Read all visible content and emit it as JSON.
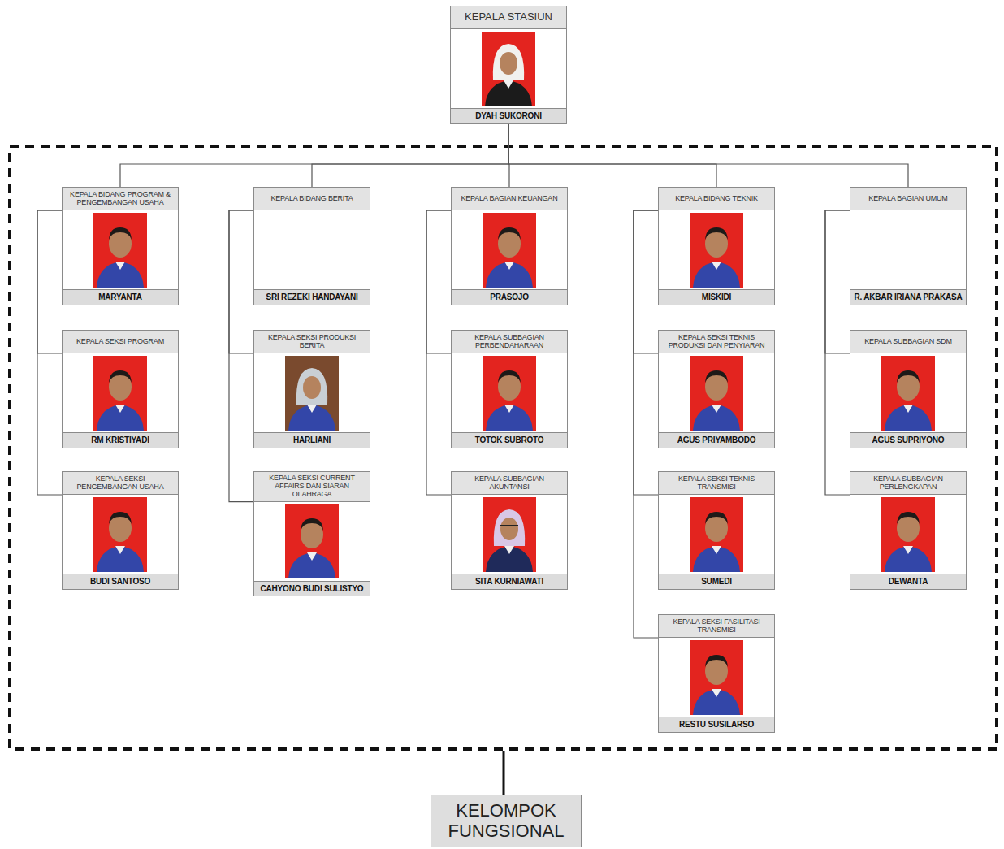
{
  "diagram": {
    "nodes": [
      {
        "text": [
          "KEPALA STASIUN",
          "DYAH SUKORONI"
        ]
      },
      {
        "text": [
          "KEPALA BIDANG PROGRAM & PENGEMBANGAN USAHA",
          "MARYANTA"
        ]
      },
      {
        "text": [
          "KEPALA BIDANG BERITA",
          "SRI REZEKI HANDAYANI"
        ]
      },
      {
        "text": [
          "KEPALA BAGIAN KEUANGAN",
          "PRASOJO"
        ]
      },
      {
        "text": [
          "KEPALA BIDANG TEKNIK",
          "MISKIDI"
        ]
      },
      {
        "text": [
          "KEPALA BAGIAN UMUM",
          "R. AKBAR IRIANA PRAKASA"
        ]
      },
      {
        "text": [
          "KEPALA SEKSI PROGRAM",
          "RM KRISTIYADI"
        ]
      },
      {
        "text": [
          "KEPALA SEKSI PRODUKSI BERITA",
          "HARLIANI"
        ]
      },
      {
        "text": [
          "KEPALA SUBBAGIAN PERBENDAHARAAN",
          "TOTOK SUBROTO"
        ]
      },
      {
        "text": [
          "KEPALA SEKSI TEKNIS PRODUKSI DAN PENYIARAN",
          "AGUS PRIYAMBODO"
        ]
      },
      {
        "text": [
          "KEPALA SUBBAGIAN SDM",
          "AGUS SUPRIYONO"
        ]
      },
      {
        "text": [
          "KEPALA SEKSI PENGEMBANGAN USAHA",
          "BUDI SANTOSO"
        ]
      },
      {
        "text": [
          "KEPALA SEKSI CURRENT AFFAIRS DAN SIARAN OLAHRAGA",
          "CAHYONO BUDI SULISTYO"
        ]
      },
      {
        "text": [
          "KEPALA SUBBAGIAN AKUNTANSI",
          "SITA KURNIAWATI"
        ]
      },
      {
        "text": [
          "KEPALA SEKSI TEKNIS TRANSMISI",
          "SUMEDI"
        ]
      },
      {
        "text": [
          "KEPALA SUBBAGIAN PERLENGKAPAN",
          "DEWANTA"
        ]
      },
      {
        "text": [
          "KEPALA SEKSI FASILITASI TRANSMISI",
          "RESTU SUSILARSO"
        ]
      },
      {
        "text": [
          "KELOMPOK FUNGSIONAL"
        ]
      }
    ],
    "edges": [
      {
        "from": 0,
        "to": 1,
        "arrow": "none"
      },
      {
        "from": 0,
        "to": 2,
        "arrow": "none"
      },
      {
        "from": 0,
        "to": 3,
        "arrow": "none"
      },
      {
        "from": 0,
        "to": 4,
        "arrow": "none"
      },
      {
        "from": 0,
        "to": 5,
        "arrow": "none"
      },
      {
        "from": 1,
        "to": 6,
        "arrow": "none"
      },
      {
        "from": 1,
        "to": 11,
        "arrow": "none"
      },
      {
        "from": 2,
        "to": 7,
        "arrow": "none"
      },
      {
        "from": 2,
        "to": 12,
        "arrow": "none"
      },
      {
        "from": 3,
        "to": 8,
        "arrow": "none"
      },
      {
        "from": 3,
        "to": 13,
        "arrow": "none"
      },
      {
        "from": 4,
        "to": 9,
        "arrow": "none"
      },
      {
        "from": 4,
        "to": 14,
        "arrow": "none"
      },
      {
        "from": 4,
        "to": 16,
        "arrow": "none"
      },
      {
        "from": 5,
        "to": 10,
        "arrow": "none"
      },
      {
        "from": 5,
        "to": 15,
        "arrow": "none"
      }
    ]
  }
}
